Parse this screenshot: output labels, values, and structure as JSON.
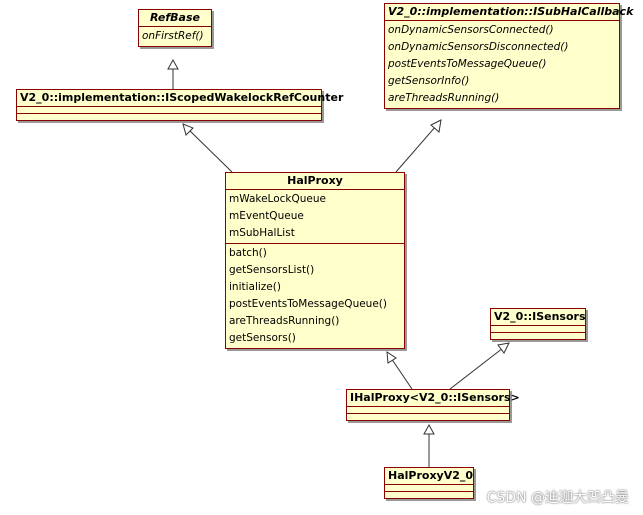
{
  "classes": {
    "refbase": {
      "name": "RefBase",
      "methods": [
        "onFirstRef()"
      ]
    },
    "scoped_wakelock": {
      "name": "V2_0::implementation::IScopedWakelockRefCounter"
    },
    "isubhal_callback": {
      "name": "V2_0::implementation::ISubHalCallback",
      "methods": [
        "onDynamicSensorsConnected()",
        "onDynamicSensorsDisconnected()",
        "postEventsToMessageQueue()",
        "getSensorInfo()",
        "areThreadsRunning()"
      ]
    },
    "halproxy": {
      "name": "HalProxy",
      "attributes": [
        "mWakeLockQueue",
        "mEventQueue",
        "mSubHalList"
      ],
      "methods": [
        "batch()",
        "getSensorsList()",
        "initialize()",
        "postEventsToMessageQueue()",
        "areThreadsRunning()",
        "getSensors()"
      ]
    },
    "isensors": {
      "name": "V2_0::ISensors"
    },
    "ihalproxy": {
      "name": "IHalProxy<V2_0::ISensors>"
    },
    "halproxy_v2": {
      "name": "HalProxyV2_0"
    }
  },
  "watermark": "CSDN @迪迦大凹凸曼",
  "colors": {
    "box_fill": "#ffffcc",
    "box_border": "#8b0000",
    "line": "#333333"
  }
}
